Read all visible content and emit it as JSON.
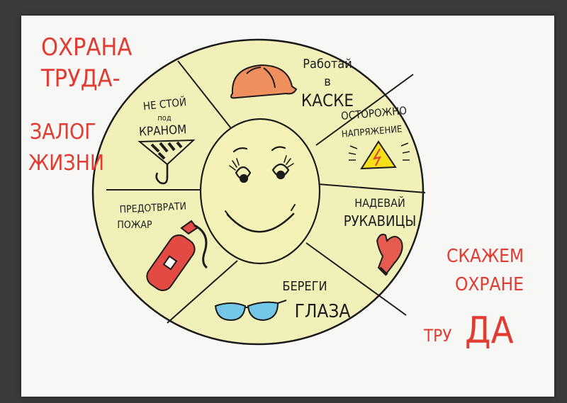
{
  "colors": {
    "background": "#3a3a3a",
    "paper": "#f7f7f5",
    "red_text": "#e23b32",
    "wheel_fill": "#f1f0b9",
    "face_fill": "#f4f2b6",
    "ink": "#1c1c1c",
    "helmet": "#ef8f5e",
    "warning": "#f6e01a",
    "glove": "#e55b4f",
    "extinguisher": "#e34a44",
    "goggles": "#74c7e7"
  },
  "left_title": {
    "line1": "ОХРАНА",
    "line2": "ТРУДА-",
    "line3": "ЗАЛОГ",
    "line4": "ЖИЗНИ"
  },
  "right_caption": {
    "line1": "СКАЖЕМ",
    "line2": "ОХРАНЕ",
    "line3_small": "ТРУ",
    "line3_big": "ДА"
  },
  "segments": {
    "helmet": {
      "line1": "Работай",
      "line2": "в",
      "line3": "КАСКЕ",
      "icon": "helmet-icon"
    },
    "voltage": {
      "line1": "ОСТОРОЖНО",
      "line2": "НАПРЯЖЕНИЕ",
      "icon": "high-voltage-icon"
    },
    "gloves": {
      "line1": "НАДЕВАЙ",
      "line2": "РУКАВИЦЫ",
      "icon": "mitten-icon"
    },
    "eyes": {
      "line1": "БЕРЕГИ",
      "line2": "ГЛАЗА",
      "icon": "goggles-icon"
    },
    "fire": {
      "line1": "ПРЕДОТВРАТИ",
      "line2": "ПОЖАР",
      "icon": "fire-extinguisher-icon"
    },
    "crane": {
      "line1": "НЕ СТОЙ",
      "line2": "под",
      "line3": "КРАНОМ",
      "icon": "crane-hook-icon"
    }
  },
  "center": {
    "icon": "smiley-face-icon"
  }
}
